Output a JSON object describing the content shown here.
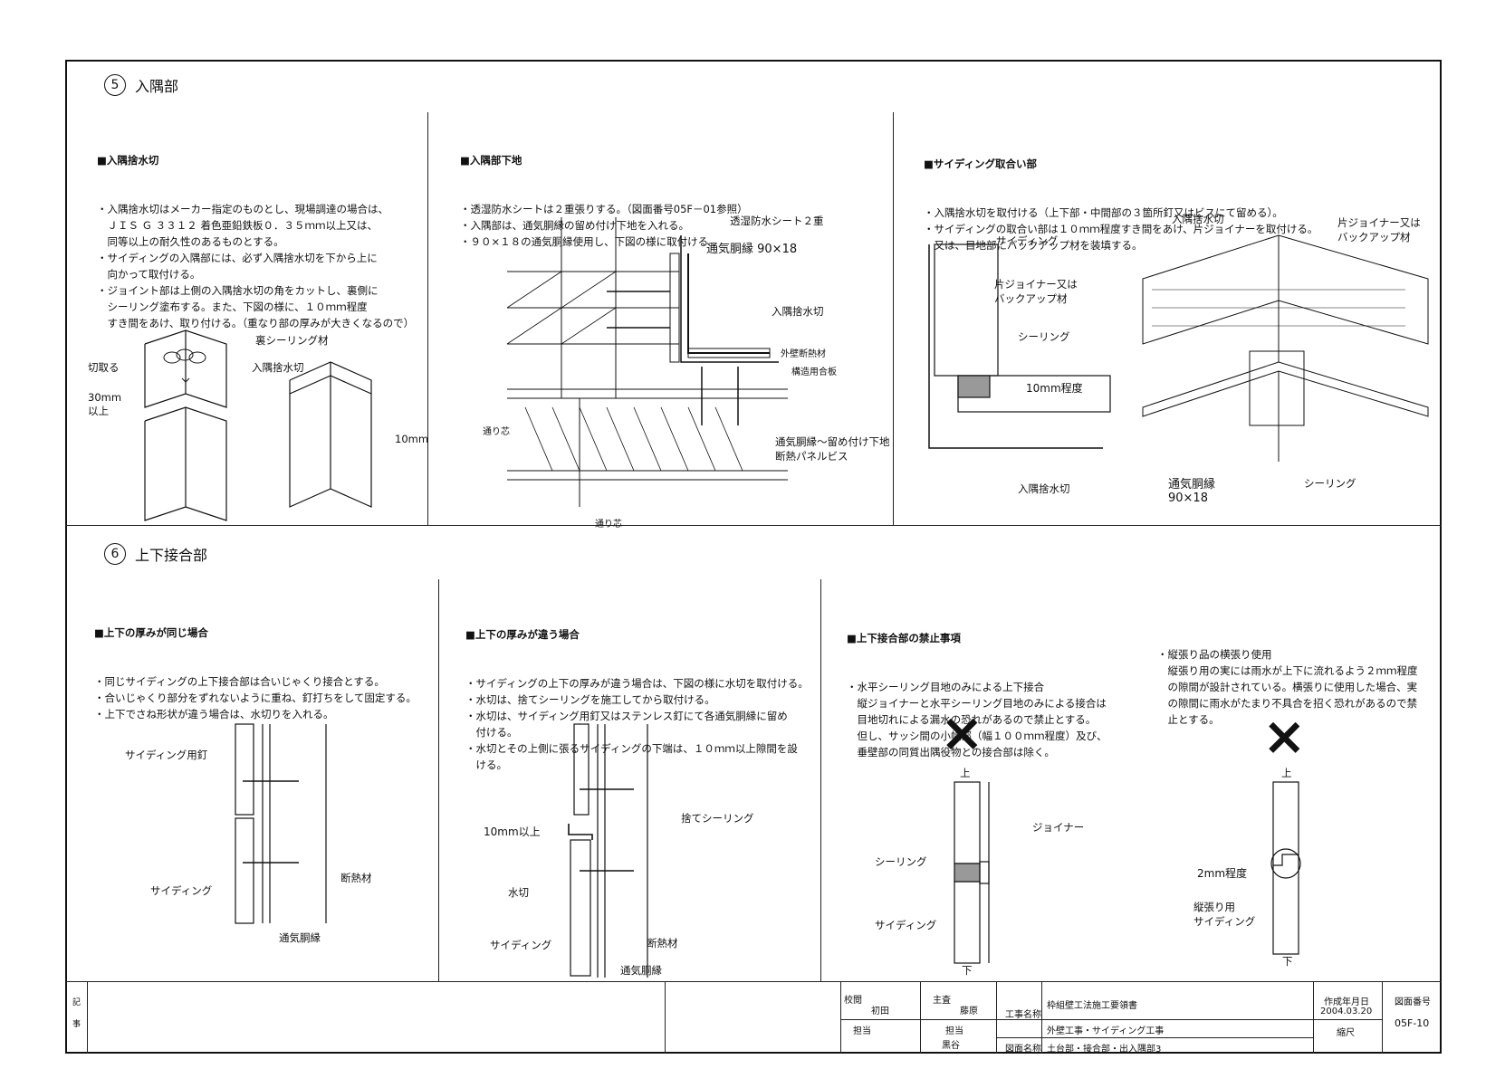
{
  "sec5": {
    "num": "5",
    "title": "入隅部"
  },
  "sec6": {
    "num": "6",
    "title": "上下接合部"
  },
  "p1": {
    "head": "■入隅捨水切",
    "body": "・入隅捨水切はメーカー指定のものとし、現場調達の場合は、\n　ＪＩＳ Ｇ ３３１２ 着色亜鉛鉄板０．３５ｍｍ以上又は、\n　同等以上の耐久性のあるものとする。\n・サイディングの入隅部には、必ず入隅捨水切を下から上に\n　向かって取付ける。\n・ジョイント部は上側の入隅捨水切の角をカットし、裏側に\n　シーリング塗布する。また、下図の様に、１０ｍｍ程度\n　すき間をあけ、取り付ける。（重なり部の厚みが大きくなるので）",
    "labels": {
      "back_seal": "裏シーリング材",
      "cut": "切取る",
      "flashing": "入隅捨水切",
      "len": "30mm\n以上",
      "gap": "10mm"
    }
  },
  "p2": {
    "head": "■入隅部下地",
    "body": "・透湿防水シートは２重張りする。（図面番号05F－01参照）\n・入隅部は、通気胴縁の留め付け下地を入れる。\n・９０×１８の通気胴縁使用し、下図の様に取付ける。",
    "labels": {
      "sheet": "透湿防水シート２重",
      "furring": "通気胴縁 90×18",
      "flashing": "入隅捨水切",
      "insul": "外壁断熱材",
      "plywood": "構造用合板",
      "axis": "通り芯",
      "axis2": "通り芯",
      "screw": "通気胴縁～留め付け下地\n断熱パネルビス"
    }
  },
  "p3": {
    "head": "■サイディング取合い部",
    "body": "・入隅捨水切を取付ける（上下部・中間部の３箇所釘又はビスにて留める）。\n・サイディングの取合い部は１０ｍｍ程度すき間をあけ、片ジョイナーを取付ける。\n　又は、目地部にバックアップ材を装填する。",
    "labels": {
      "siding": "サイディング",
      "joiner": "片ジョイナー又は\nバックアップ材",
      "seal": "シーリング",
      "gap": "10mm程度",
      "flashing": "入隅捨水切",
      "flashing2": "入隅捨水切",
      "joiner2": "片ジョイナー又は\nバックアップ材",
      "furring": "通気胴縁\n90×18",
      "seal2": "シーリング"
    }
  },
  "p4": {
    "head": "■上下の厚みが同じ場合",
    "body": "・同じサイディングの上下接合部は合いじゃくり接合とする。\n・合いじゃくり部分をずれないように重ね、釘打ちをして固定する。\n・上下でさね形状が違う場合は、水切りを入れる。",
    "labels": {
      "nail": "サイディング用釘",
      "siding": "サイディング",
      "insul": "断熱材",
      "furring": "通気胴縁"
    }
  },
  "p5": {
    "head": "■上下の厚みが違う場合",
    "body": "・サイディングの上下の厚みが違う場合は、下図の様に水切を取付ける。\n・水切は、捨てシーリングを施工してから取付ける。\n・水切は、サイディング用釘又はステンレス釘にて各通気胴縁に留め\n　付ける。\n・水切とその上側に張るサイディングの下端は、１０ｍｍ以上隙間を設\n　ける。",
    "labels": {
      "seal": "捨てシーリング",
      "gap": "10mm以上",
      "flash": "水切",
      "siding": "サイディング",
      "insul": "断熱材",
      "furring": "通気胴縁"
    }
  },
  "p6": {
    "head": "■上下接合部の禁止事項",
    "body": "・水平シーリング目地のみによる上下接合\n　縦ジョイナーと水平シーリング目地のみによる接合は\n　目地切れによる漏水の恐れがあるので禁止とする。\n　但し、サッシ間の小幅部（幅１００ｍｍ程度）及び、\n　垂壁部の同質出隅役物との接合部は除く。",
    "body2": "・縦張り品の横張り使用\n　縦張り用の実には雨水が上下に流れるよう２ｍｍ程度\n　の隙間が設計されている。横張りに使用した場合、実\n　の隙間に雨水がたまり不具合を招く恐れがあるので禁\n　止とする。",
    "labels": {
      "x1": "×",
      "up1": "上",
      "joiner": "ジョイナー",
      "seal": "シーリング",
      "siding": "サイディング",
      "down1": "下",
      "x2": "×",
      "up2": "上",
      "gap": "2mm程度",
      "vsiding": "縦張り用\nサイディング",
      "down2": "下"
    }
  },
  "title_block": {
    "note_label": "記\n\n事",
    "check": "校閲",
    "checker": "初田",
    "lead": "主査",
    "lead_name": "藤原",
    "charge": "担当",
    "charge_name": "",
    "draw": "担当",
    "drawer": "黒谷",
    "work_name_label": "工事名称",
    "work_name": "枠組壁工法施工要領書",
    "work_sub": "外壁工事・サイディング工事",
    "drawing_name_label": "図面名称",
    "drawing_name": "土台部・接合部・出入隅部3",
    "date_label": "作成年月日",
    "date": "2004.03.20",
    "scale_label": "縮尺",
    "scale": "",
    "no_label": "図面番号",
    "no": "05F-10"
  }
}
